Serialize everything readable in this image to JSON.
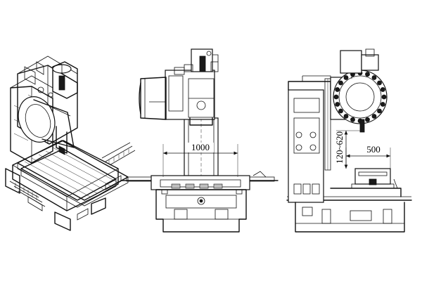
{
  "dimensions": {
    "front_width": "1000",
    "side_width": "500",
    "side_height": "120~620"
  },
  "colors": {
    "line": "#111111",
    "background": "#ffffff"
  }
}
